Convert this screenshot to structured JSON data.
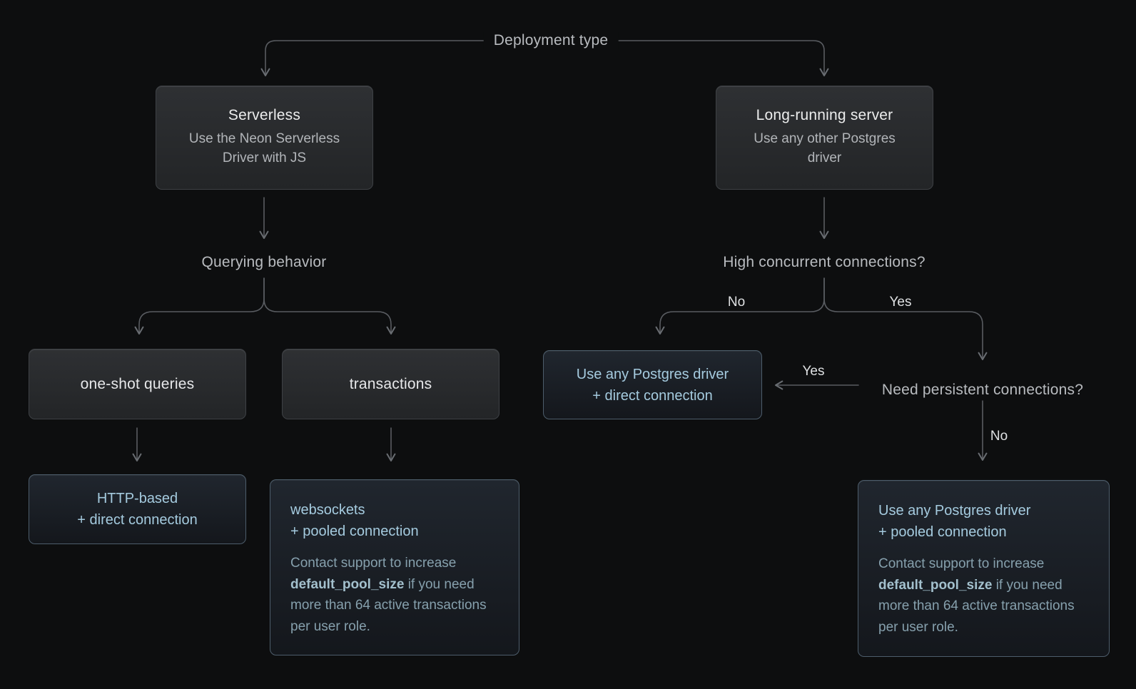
{
  "colors": {
    "background": "#0d0e0f",
    "connector_line": "#595c61",
    "gray_box_border": "#3e4145",
    "blue_box_border": "#4d5d6b",
    "accent_text": "#a5cbdf",
    "note_text": "#86a0ad"
  },
  "diagram": {
    "decisions": {
      "deployment_type": "Deployment type",
      "querying_behavior": "Querying behavior",
      "high_concurrent": "High concurrent connections?",
      "need_persistent": "Need persistent connections?"
    },
    "edge_labels": {
      "hc_no": "No",
      "hc_yes": "Yes",
      "persistent_yes": "Yes",
      "persistent_no": "No"
    },
    "nodes": {
      "serverless": {
        "title": "Serverless",
        "subtitle": "Use the Neon Serverless Driver with JS"
      },
      "long_running": {
        "title": "Long-running server",
        "subtitle": "Use any other Postgres driver"
      },
      "one_shot": {
        "title": "one-shot queries"
      },
      "transactions": {
        "title": "transactions"
      },
      "http_direct": {
        "line1": "HTTP-based",
        "line2": "+ direct connection"
      },
      "any_driver_direct": {
        "line1": "Use any Postgres driver",
        "line2": "+ direct connection"
      },
      "websockets_pooled": {
        "line1": "websockets",
        "line2": "+ pooled connection"
      },
      "any_driver_pooled": {
        "line1": "Use any Postgres driver",
        "line2": "+ pooled connection"
      }
    },
    "note": {
      "before": "Contact support to increase ",
      "code": "default_pool_size",
      "after": " if you need more than 64 active transactions per user role."
    }
  }
}
